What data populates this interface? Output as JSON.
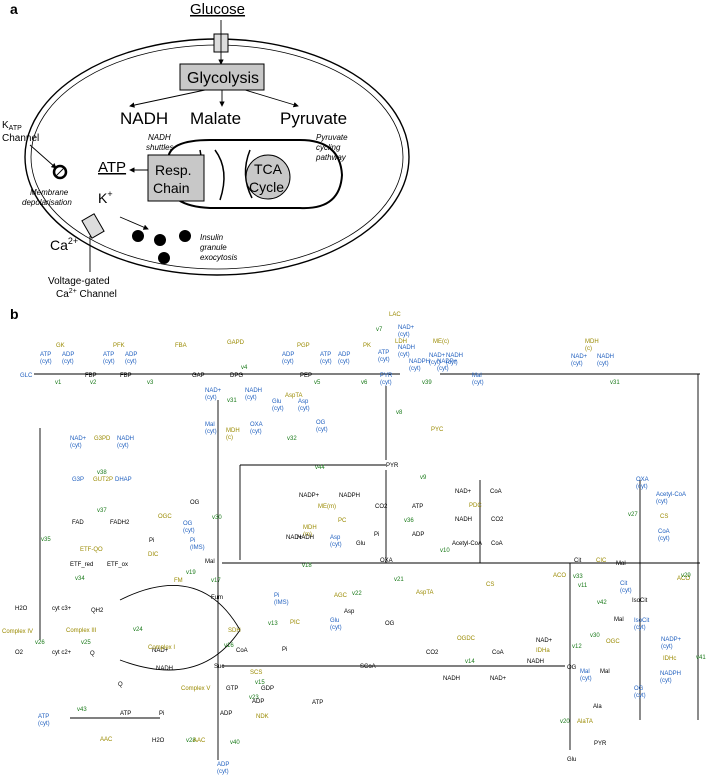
{
  "panel_a": {
    "label": "a",
    "glucose": "Glucose",
    "glycolysis": "Glycolysis",
    "nadh": "NADH",
    "malate": "Malate",
    "pyruvate": "Pyruvate",
    "nadh_shuttles": "NADH shuttles",
    "pyruvate_cycling": "Pyruvate cycling pathway",
    "atp": "ATP",
    "resp_chain": "Resp. Chain",
    "tca_cycle": "TCA Cycle",
    "katp_channel": "KATP Channel",
    "k_plus": "K+",
    "membrane_depol": "Membrane depolarisation",
    "ca": "Ca2+",
    "insulin_exocytosis": "Insulin granule exocytosis",
    "vgcc": "Voltage-gated Ca2+ Channel"
  },
  "panel_b": {
    "label": "b",
    "texts": [
      {
        "t": "GLC",
        "c": "blue"
      },
      {
        "t": "FBP",
        "c": "met"
      },
      {
        "t": "FBP",
        "c": "met"
      },
      {
        "t": "GAP",
        "c": "met"
      },
      {
        "t": "DPG",
        "c": "met"
      },
      {
        "t": "PEP",
        "c": "met"
      },
      {
        "t": "PYR (cyt)",
        "c": "blue"
      },
      {
        "t": "GK",
        "c": "gold"
      },
      {
        "t": "PFK",
        "c": "gold"
      },
      {
        "t": "FBA",
        "c": "gold"
      },
      {
        "t": "GAPD",
        "c": "gold"
      },
      {
        "t": "PGP",
        "c": "gold"
      },
      {
        "t": "PK",
        "c": "gold"
      },
      {
        "t": "LDH",
        "c": "gold"
      },
      {
        "t": "LAC",
        "c": "gold"
      },
      {
        "t": "v1",
        "c": "green"
      },
      {
        "t": "v2",
        "c": "green"
      },
      {
        "t": "v3",
        "c": "green"
      },
      {
        "t": "v4",
        "c": "green"
      },
      {
        "t": "v5",
        "c": "green"
      },
      {
        "t": "v6",
        "c": "green"
      },
      {
        "t": "v7",
        "c": "green"
      },
      {
        "t": "ATP (cyt)",
        "c": "blue"
      },
      {
        "t": "ADP (cyt)",
        "c": "blue"
      },
      {
        "t": "ATP (cyt)",
        "c": "blue"
      },
      {
        "t": "ADP (cyt)",
        "c": "blue"
      },
      {
        "t": "NAD+ (cyt)",
        "c": "blue"
      },
      {
        "t": "NADH (cyt)",
        "c": "blue"
      },
      {
        "t": "ADP (cyt)",
        "c": "blue"
      },
      {
        "t": "ATP (cyt)",
        "c": "blue"
      },
      {
        "t": "ADP (cyt)",
        "c": "blue"
      },
      {
        "t": "ATP (cyt)",
        "c": "blue"
      },
      {
        "t": "NAD+ (cyt)",
        "c": "blue"
      },
      {
        "t": "NADH (cyt)",
        "c": "blue"
      },
      {
        "t": "ME(c)",
        "c": "gold"
      },
      {
        "t": "NADPH (cyt)",
        "c": "blue"
      },
      {
        "t": "NADP+ (cyt)",
        "c": "blue"
      },
      {
        "t": "v39",
        "c": "green"
      },
      {
        "t": "Mal (cyt)",
        "c": "blue"
      },
      {
        "t": "MDH (c)",
        "c": "gold"
      },
      {
        "t": "NAD+ (cyt)",
        "c": "blue"
      },
      {
        "t": "NADH (cyt)",
        "c": "blue"
      },
      {
        "t": "v31",
        "c": "green"
      },
      {
        "t": "NAD+ (cyt)",
        "c": "blue"
      },
      {
        "t": "NADH (cyt)",
        "c": "blue"
      },
      {
        "t": "v31",
        "c": "green"
      },
      {
        "t": "Mal (cyt)",
        "c": "blue"
      },
      {
        "t": "MDH (c)",
        "c": "gold"
      },
      {
        "t": "OXA (cyt)",
        "c": "blue"
      },
      {
        "t": "AspTA",
        "c": "gold"
      },
      {
        "t": "Glu (cyt)",
        "c": "blue"
      },
      {
        "t": "Asp (cyt)",
        "c": "blue"
      },
      {
        "t": "v32",
        "c": "green"
      },
      {
        "t": "OG (cyt)",
        "c": "blue"
      },
      {
        "t": "v8",
        "c": "green"
      },
      {
        "t": "PYC",
        "c": "gold"
      },
      {
        "t": "NAD+ (cyt)",
        "c": "blue"
      },
      {
        "t": "G3PD",
        "c": "gold"
      },
      {
        "t": "NADH (cyt)",
        "c": "blue"
      },
      {
        "t": "v38",
        "c": "green"
      },
      {
        "t": "G3P",
        "c": "blue"
      },
      {
        "t": "GUT2P",
        "c": "gold"
      },
      {
        "t": "DHAP",
        "c": "blue"
      },
      {
        "t": "v37",
        "c": "green"
      },
      {
        "t": "FAD",
        "c": "met"
      },
      {
        "t": "FADH2",
        "c": "met"
      },
      {
        "t": "v35",
        "c": "green"
      },
      {
        "t": "ETF-QO",
        "c": "gold"
      },
      {
        "t": "ETF_red",
        "c": "met"
      },
      {
        "t": "ETF_ox",
        "c": "met"
      },
      {
        "t": "v34",
        "c": "green"
      },
      {
        "t": "OG",
        "c": "met"
      },
      {
        "t": "OGC",
        "c": "gold"
      },
      {
        "t": "OG (cyt)",
        "c": "blue"
      },
      {
        "t": "v30",
        "c": "green"
      },
      {
        "t": "v44",
        "c": "green"
      },
      {
        "t": "PYR",
        "c": "met"
      },
      {
        "t": "NADP+",
        "c": "met"
      },
      {
        "t": "NADPH",
        "c": "met"
      },
      {
        "t": "ME(m)",
        "c": "gold"
      },
      {
        "t": "CO2",
        "c": "met"
      },
      {
        "t": "ATP",
        "c": "met"
      },
      {
        "t": "PC",
        "c": "gold"
      },
      {
        "t": "v36",
        "c": "green"
      },
      {
        "t": "Pi",
        "c": "met"
      },
      {
        "t": "ADP",
        "c": "met"
      },
      {
        "t": "v9",
        "c": "green"
      },
      {
        "t": "NAD+",
        "c": "met"
      },
      {
        "t": "CoA",
        "c": "met"
      },
      {
        "t": "PDC",
        "c": "gold"
      },
      {
        "t": "NADH",
        "c": "met"
      },
      {
        "t": "CO2",
        "c": "met"
      },
      {
        "t": "OXA",
        "c": "met"
      },
      {
        "t": "Acetyl-CoA",
        "c": "met"
      },
      {
        "t": "CoA",
        "c": "met"
      },
      {
        "t": "v10",
        "c": "green"
      },
      {
        "t": "CS",
        "c": "gold"
      },
      {
        "t": "OXA (cyt)",
        "c": "blue"
      },
      {
        "t": "Acetyl-CoA (cyt)",
        "c": "blue"
      },
      {
        "t": "v27",
        "c": "green"
      },
      {
        "t": "CS",
        "c": "gold"
      },
      {
        "t": "CoA (cyt)",
        "c": "blue"
      },
      {
        "t": "Pi",
        "c": "met"
      },
      {
        "t": "DIC",
        "c": "gold"
      },
      {
        "t": "Pi (IMS)",
        "c": "blue"
      },
      {
        "t": "Mal",
        "c": "met"
      },
      {
        "t": "v19",
        "c": "green"
      },
      {
        "t": "FM",
        "c": "gold"
      },
      {
        "t": "v17",
        "c": "green"
      },
      {
        "t": "Fum",
        "c": "met"
      },
      {
        "t": "MDH (m)",
        "c": "gold"
      },
      {
        "t": "NAD+",
        "c": "met"
      },
      {
        "t": "NADH",
        "c": "met"
      },
      {
        "t": "v18",
        "c": "green"
      },
      {
        "t": "Asp (cyt)",
        "c": "blue"
      },
      {
        "t": "Glu",
        "c": "met"
      },
      {
        "t": "v22",
        "c": "green"
      },
      {
        "t": "AGC",
        "c": "gold"
      },
      {
        "t": "Glu (cyt)",
        "c": "blue"
      },
      {
        "t": "Asp",
        "c": "met"
      },
      {
        "t": "v21",
        "c": "green"
      },
      {
        "t": "AspTA",
        "c": "gold"
      },
      {
        "t": "OG",
        "c": "met"
      },
      {
        "t": "Cit",
        "c": "met"
      },
      {
        "t": "v33",
        "c": "green"
      },
      {
        "t": "CIC",
        "c": "gold"
      },
      {
        "t": "Mal",
        "c": "met"
      },
      {
        "t": "Cit (cyt)",
        "c": "blue"
      },
      {
        "t": "ACO",
        "c": "gold"
      },
      {
        "t": "v11",
        "c": "green"
      },
      {
        "t": "v42",
        "c": "green"
      },
      {
        "t": "IsoCit",
        "c": "met"
      },
      {
        "t": "IsoCit (cyt)",
        "c": "blue"
      },
      {
        "t": "ACO",
        "c": "gold"
      },
      {
        "t": "v29",
        "c": "green"
      },
      {
        "t": "Mal",
        "c": "met"
      },
      {
        "t": "NAD+",
        "c": "met"
      },
      {
        "t": "IDHa",
        "c": "gold"
      },
      {
        "t": "NADH",
        "c": "met"
      },
      {
        "t": "v12",
        "c": "green"
      },
      {
        "t": "v30",
        "c": "green"
      },
      {
        "t": "OGC",
        "c": "gold"
      },
      {
        "t": "Mal (cyt)",
        "c": "blue"
      },
      {
        "t": "Mal",
        "c": "met"
      },
      {
        "t": "NADP+ (cyt)",
        "c": "blue"
      },
      {
        "t": "IDHc",
        "c": "gold"
      },
      {
        "t": "v41",
        "c": "green"
      },
      {
        "t": "NADPH (cyt)",
        "c": "blue"
      },
      {
        "t": "OG (cyt)",
        "c": "blue"
      },
      {
        "t": "H2O",
        "c": "met"
      },
      {
        "t": "cyt c3+",
        "c": "met"
      },
      {
        "t": "QH2",
        "c": "met"
      },
      {
        "t": "Complex IV",
        "c": "gold"
      },
      {
        "t": "v26",
        "c": "green"
      },
      {
        "t": "Complex III",
        "c": "gold"
      },
      {
        "t": "v25",
        "c": "green"
      },
      {
        "t": "O2",
        "c": "met"
      },
      {
        "t": "cyt c2+",
        "c": "met"
      },
      {
        "t": "Q",
        "c": "met"
      },
      {
        "t": "NAD+",
        "c": "met"
      },
      {
        "t": "v24",
        "c": "green"
      },
      {
        "t": "Complex I",
        "c": "gold"
      },
      {
        "t": "NADH",
        "c": "met"
      },
      {
        "t": "Q",
        "c": "met"
      },
      {
        "t": "SDH",
        "c": "gold"
      },
      {
        "t": "v16",
        "c": "green"
      },
      {
        "t": "v13",
        "c": "green"
      },
      {
        "t": "PIC",
        "c": "gold"
      },
      {
        "t": "Pi (IMS)",
        "c": "blue"
      },
      {
        "t": "Pi",
        "c": "met"
      },
      {
        "t": "CoA",
        "c": "met"
      },
      {
        "t": "SCS",
        "c": "gold"
      },
      {
        "t": "v15",
        "c": "green"
      },
      {
        "t": "Suc",
        "c": "met"
      },
      {
        "t": "GTP",
        "c": "met"
      },
      {
        "t": "GDP",
        "c": "met"
      },
      {
        "t": "SCoA",
        "c": "met"
      },
      {
        "t": "v23",
        "c": "green"
      },
      {
        "t": "NDK",
        "c": "gold"
      },
      {
        "t": "ADP",
        "c": "met"
      },
      {
        "t": "ATP",
        "c": "met"
      },
      {
        "t": "OGDC",
        "c": "gold"
      },
      {
        "t": "CO2",
        "c": "met"
      },
      {
        "t": "v14",
        "c": "green"
      },
      {
        "t": "CoA",
        "c": "met"
      },
      {
        "t": "NADH",
        "c": "met"
      },
      {
        "t": "NAD+",
        "c": "met"
      },
      {
        "t": "OG",
        "c": "met"
      },
      {
        "t": "Ala",
        "c": "met"
      },
      {
        "t": "v20",
        "c": "green"
      },
      {
        "t": "AlaTA",
        "c": "gold"
      },
      {
        "t": "PYR",
        "c": "met"
      },
      {
        "t": "Glu",
        "c": "met"
      },
      {
        "t": "ATP (cyt)",
        "c": "blue"
      },
      {
        "t": "v43",
        "c": "green"
      },
      {
        "t": "ATP",
        "c": "met"
      },
      {
        "t": "AAC",
        "c": "gold"
      },
      {
        "t": "Complex V",
        "c": "gold"
      },
      {
        "t": "Pi",
        "c": "met"
      },
      {
        "t": "H2O",
        "c": "met"
      },
      {
        "t": "v28",
        "c": "green"
      },
      {
        "t": "ADP",
        "c": "met"
      },
      {
        "t": "AAC",
        "c": "gold"
      },
      {
        "t": "v40",
        "c": "green"
      },
      {
        "t": "ADP (cyt)",
        "c": "blue"
      }
    ]
  }
}
